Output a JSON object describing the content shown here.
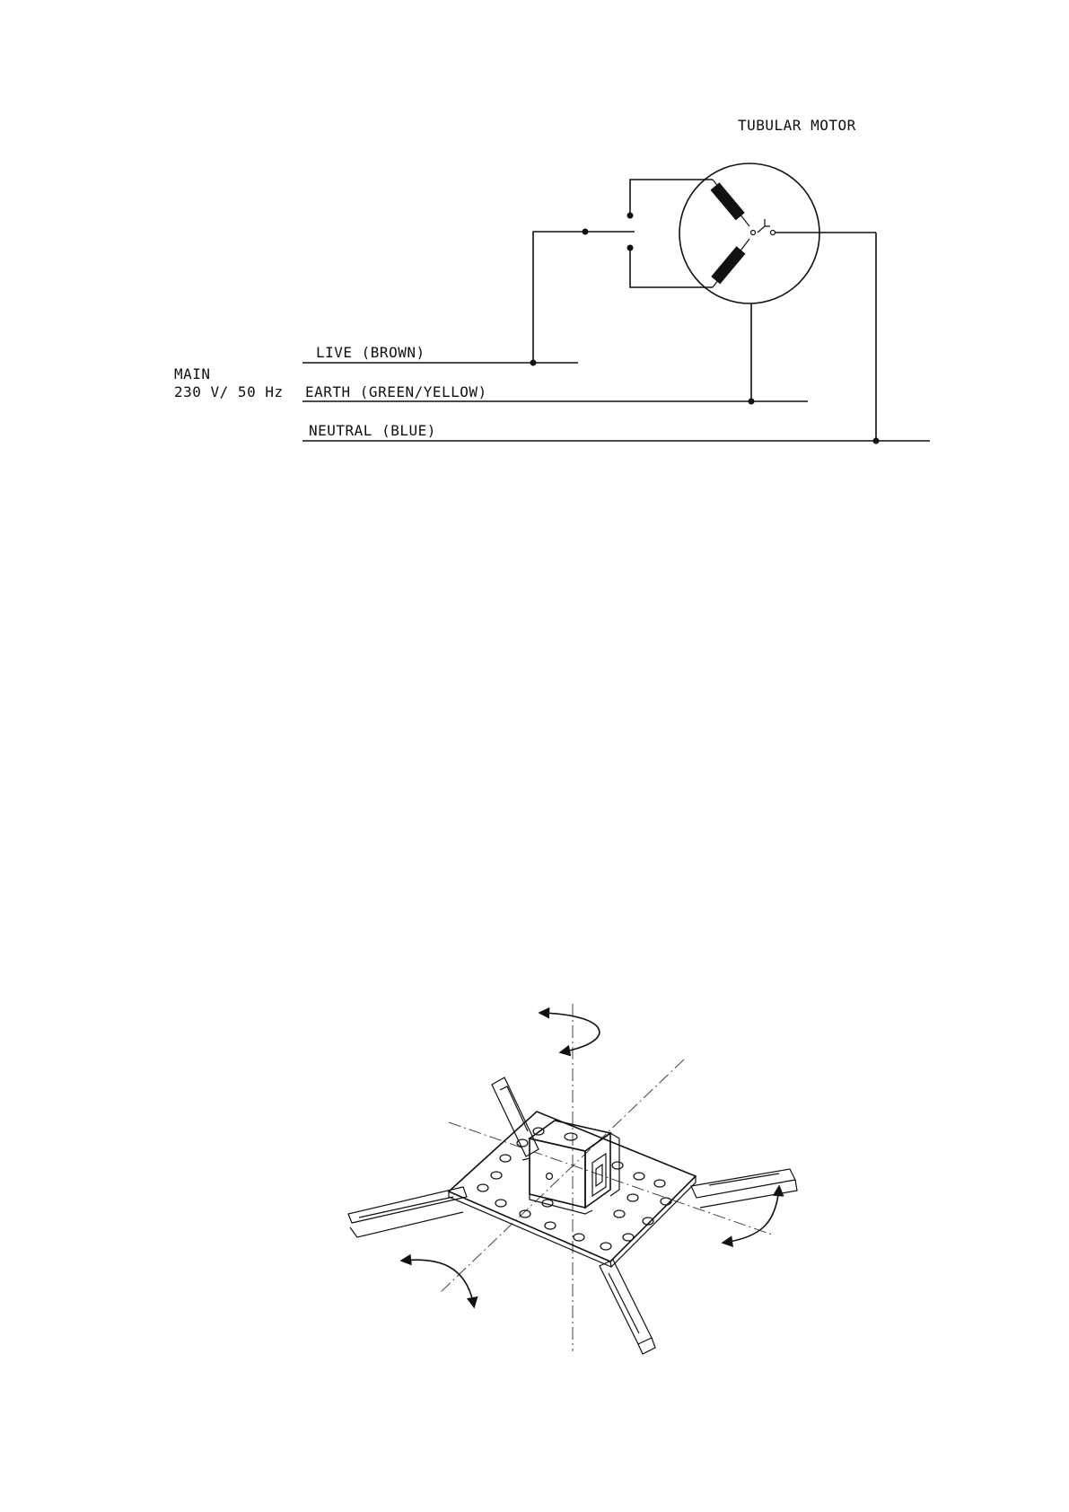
{
  "wiring_diagram": {
    "motor_label": "TUBULAR MOTOR",
    "main_label_line1": "MAIN",
    "main_label_line2": "230 V/ 50 Hz",
    "live_label": "LIVE (BROWN)",
    "earth_label": "EARTH (GREEN/YELLOW)",
    "neutral_label": "NEUTRAL (BLUE)"
  },
  "mount_drawing": {
    "description_icon": "projector-ceiling-mount-icon"
  }
}
